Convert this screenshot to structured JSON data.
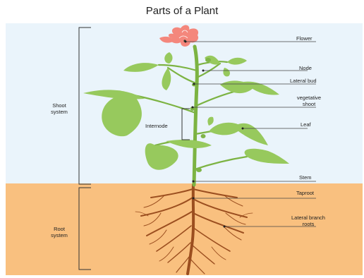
{
  "title": "Parts of a Plant",
  "groups": {
    "shoot": {
      "line1": "Shoot",
      "line2": "system"
    },
    "root": {
      "line1": "Root",
      "line2": "system"
    }
  },
  "labels": {
    "flower": "Flower",
    "node": "Node",
    "lateral_bud": "Lateral bud",
    "vegetative_shoot_line1": "vegetative",
    "vegetative_shoot_line2": "shoot",
    "leaf": "Leaf",
    "internode": "Internode",
    "stem": "Stem",
    "taproot": "Taproot",
    "lateral_roots_line1": "Lateral branch",
    "lateral_roots_line2": "roots"
  },
  "colors": {
    "sky": "#eaf4fb",
    "soil": "#f9c07f",
    "leaf": "#97c95d",
    "leaf_dark": "#7fb548",
    "stem": "#7cb342",
    "flower": "#f4877c",
    "root": "#9b4e1f",
    "bracket": "#333333"
  }
}
